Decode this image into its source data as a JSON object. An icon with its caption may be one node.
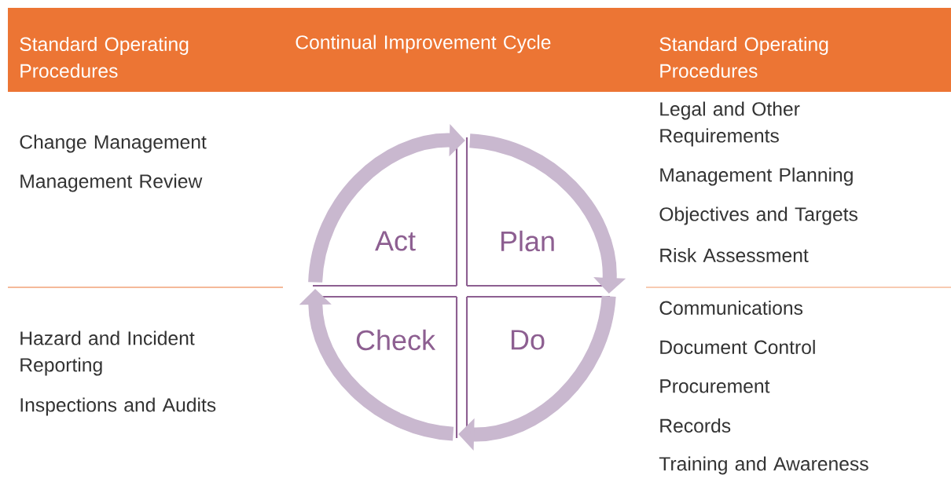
{
  "diagram": {
    "nodes": [
      {
        "text": [
          "Act"
        ]
      },
      {
        "text": [
          "Plan"
        ]
      },
      {
        "text": [
          "Check"
        ]
      },
      {
        "text": [
          "Do"
        ]
      }
    ],
    "edges": [
      {
        "from": 0,
        "to": 1,
        "arrow": "to"
      },
      {
        "from": 1,
        "to": 3,
        "arrow": "to"
      },
      {
        "from": 3,
        "to": 2,
        "arrow": "to"
      },
      {
        "from": 2,
        "to": 0,
        "arrow": "to"
      }
    ],
    "labels": [
      "Standard Operating Procedures",
      "Continual Improvement Cycle",
      "Standard Operating Procedures",
      "Change Management",
      "Management Review",
      "Legal and Other Requirements",
      "Management Planning",
      "Objectives and Targets",
      "Risk Assessment",
      "Hazard and Incident Reporting",
      "Inspections and Audits",
      "Communications",
      "Document Control",
      "Procurement",
      "Records",
      "Training and Awareness"
    ]
  }
}
